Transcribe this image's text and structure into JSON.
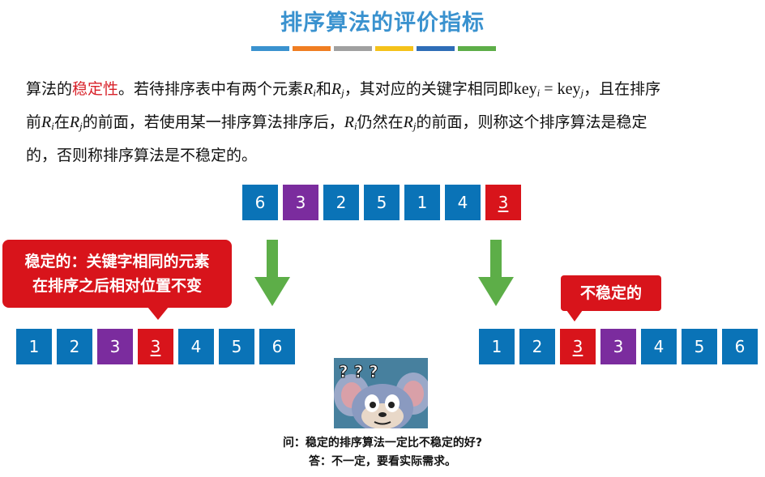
{
  "title": "排序算法的评价指标",
  "colorbar": [
    "#3A92CF",
    "#F07E22",
    "#A0A0A0",
    "#F5C21A",
    "#2E6DB7",
    "#5DAE48"
  ],
  "paragraph": {
    "p1": "算法的",
    "highlight": "稳定性",
    "p2": "。若待排序表中有两个元素",
    "Ri": "R",
    "i": "i",
    "and": "和",
    "Rj": "R",
    "j": "j",
    "p3": "，其对应的关键字相同即",
    "key": "key",
    "eq": " = ",
    "p4": "，且在排序",
    "p5": "前",
    "in": "在",
    "p6": "的前面，若使用某一排序算法排序后，",
    "p7": "仍然在",
    "p8": "的前面，则称这个排序算法是稳定",
    "p9": "的，否则称排序算法是不稳定的。"
  },
  "original_sequence": [
    {
      "label": "6",
      "color": "blue"
    },
    {
      "label": "3",
      "color": "purple"
    },
    {
      "label": "2",
      "color": "blue"
    },
    {
      "label": "5",
      "color": "blue"
    },
    {
      "label": "1",
      "color": "blue"
    },
    {
      "label": "4",
      "color": "blue"
    },
    {
      "label": "3",
      "color": "red",
      "underline": true
    }
  ],
  "stable_sequence": [
    {
      "label": "1",
      "color": "blue"
    },
    {
      "label": "2",
      "color": "blue"
    },
    {
      "label": "3",
      "color": "purple"
    },
    {
      "label": "3",
      "color": "red",
      "underline": true
    },
    {
      "label": "4",
      "color": "blue"
    },
    {
      "label": "5",
      "color": "blue"
    },
    {
      "label": "6",
      "color": "blue"
    }
  ],
  "unstable_sequence": [
    {
      "label": "1",
      "color": "blue"
    },
    {
      "label": "2",
      "color": "blue"
    },
    {
      "label": "3",
      "color": "red",
      "underline": true
    },
    {
      "label": "3",
      "color": "purple"
    },
    {
      "label": "4",
      "color": "blue"
    },
    {
      "label": "5",
      "color": "blue"
    },
    {
      "label": "6",
      "color": "blue"
    }
  ],
  "stable_callout": {
    "line1": "稳定的：关键字相同的元素",
    "line2": "在排序之后相对位置不变"
  },
  "unstable_callout": "不稳定的",
  "image_text": "? ? ?",
  "question": "问：稳定的排序算法一定比不稳定的好?",
  "answer": "答：不一定，要看实际需求。",
  "colors": {
    "blue": "#0A73B7",
    "purple": "#7B2C9E",
    "red": "#D8141B",
    "arrow": "#5DAE48",
    "title": "#3A92CF"
  }
}
